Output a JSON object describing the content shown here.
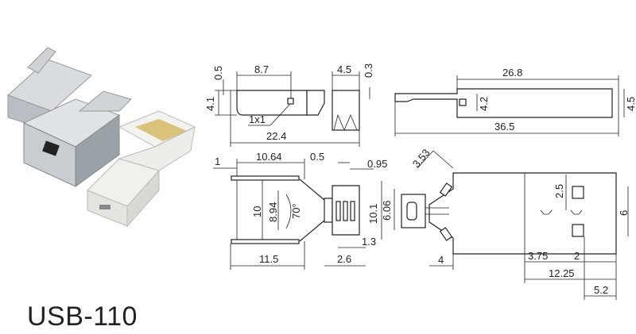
{
  "title": "USB-110",
  "dims": {
    "side_top_0_5": "0.5",
    "side_8_7": "8.7",
    "side_4_5": "4.5",
    "side_0_3": "0.3",
    "side_4_1": "4.1",
    "side_1x1": "1x1",
    "side_22_4": "22.4",
    "top_26_8": "26.8",
    "top_4_2": "4.2",
    "top_4_5": "4.5",
    "top_36_5": "36.5",
    "open_1": "1",
    "open_10_64": "10.64",
    "open_0_5": "0.5",
    "open_0_95": "0.95",
    "open_10": "10",
    "open_8_94": "8.94",
    "open_70": "70°",
    "open_10_1": "10.1",
    "open_6_06": "6.06",
    "open_1_3": "1.3",
    "open_11_5": "11.5",
    "open_2_6": "2.6",
    "plug_3_53": "3.53",
    "plug_4": "4",
    "plug_2_5": "2.5",
    "plug_6": "6",
    "plug_3_75": "3.75",
    "plug_2": "2",
    "plug_12_25": "12.25",
    "plug_5_2": "5.2"
  }
}
